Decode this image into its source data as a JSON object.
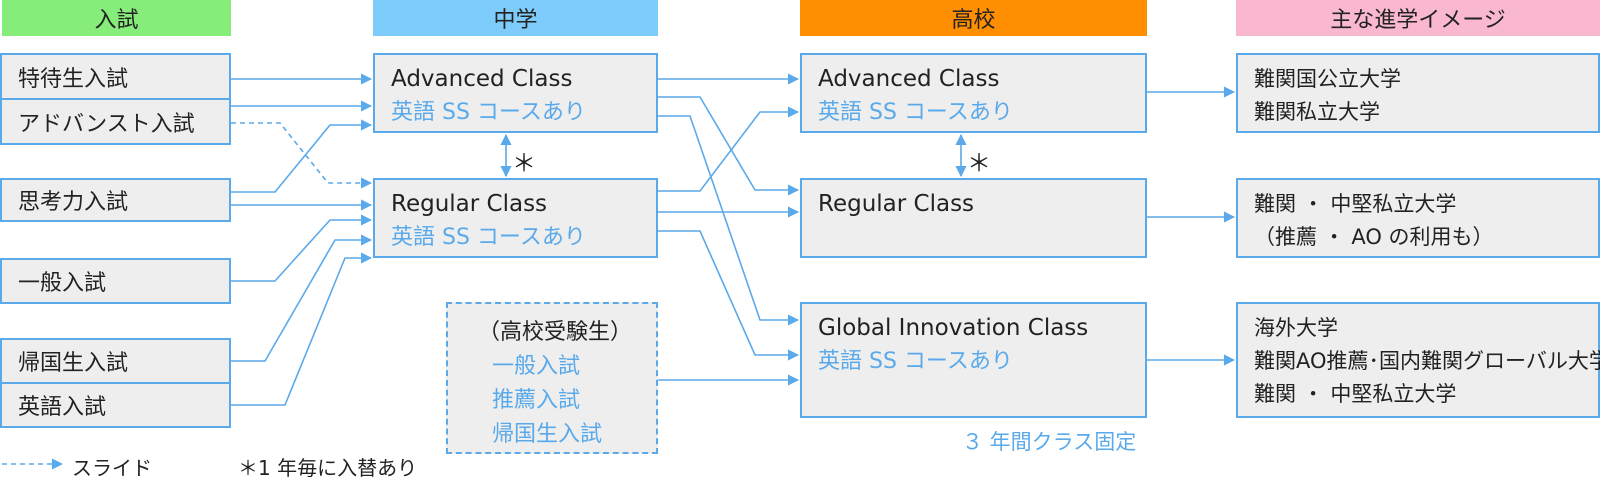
{
  "headers": {
    "admission": "入試",
    "junior_high": "中学",
    "high_school": "高校",
    "career": "主な進学イメージ"
  },
  "colors": {
    "admission": "#86ec7a",
    "junior_high": "#7dccfb",
    "high_school": "#ff8e00",
    "career": "#f9b8d0",
    "arrow": "#5aa9ea",
    "box_fill": "#eeeeee"
  },
  "admissions": [
    "特待生入試",
    "アドバンスト入試",
    "思考力入試",
    "一般入試",
    "帰国生入試",
    "英語入試"
  ],
  "junior_high": {
    "advanced": {
      "title": "Advanced Class",
      "sub": "英語 SS コースあり"
    },
    "regular": {
      "title": "Regular Class",
      "sub": "英語 SS コースあり"
    }
  },
  "high_school_entrance": {
    "heading": "（高校受験生）",
    "items": [
      "一般入試",
      "推薦入試",
      "帰国生入試"
    ]
  },
  "high_school": {
    "advanced": {
      "title": "Advanced Class",
      "sub": "英語 SS コースあり"
    },
    "regular": {
      "title": "Regular Class"
    },
    "global": {
      "title": "Global Innovation Class",
      "sub": "英語 SS コースあり"
    },
    "fixed_note": "３ 年間クラス固定"
  },
  "destinations": {
    "top": [
      "難関国公立大学",
      "難関私立大学"
    ],
    "middle": [
      "難関 ・ 中堅私立大学",
      "（推薦 ・ AO の利用も）"
    ],
    "bottom": [
      "海外大学",
      "難関AO推薦･国内難関グローバル大学",
      "難関 ・ 中堅私立大学"
    ]
  },
  "swap_marker": "＊",
  "legend": {
    "slide": "スライド",
    "swap": "＊1 年毎に入替あり"
  }
}
